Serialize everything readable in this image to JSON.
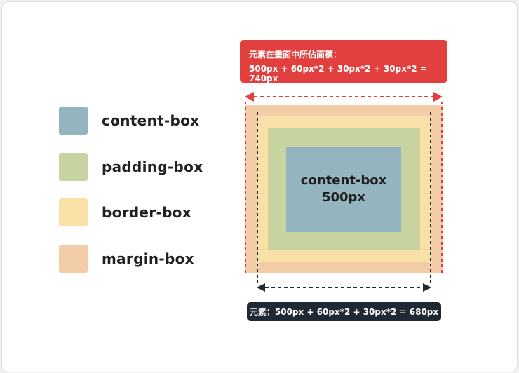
{
  "legend": [
    {
      "label": "content-box",
      "color": "#94b4bf"
    },
    {
      "label": "padding-box",
      "color": "#c7d3a1"
    },
    {
      "label": "border-box",
      "color": "#f8e0a6"
    },
    {
      "label": "margin-box",
      "color": "#f2cda8"
    }
  ],
  "badges": {
    "total_line1": "元素在畫面中所佔面積：",
    "total_line2": "500px + 60px*2 + 30px*2 + 30px*2 = 740px",
    "element": "元素：500px + 60px*2 + 30px*2 = 680px"
  },
  "diagram": {
    "content_label": "content-box",
    "content_size": "500px"
  },
  "colors": {
    "content": "#94b4bf",
    "padding": "#c7d3a1",
    "border": "#f8e0a6",
    "margin": "#f2cda8",
    "total_dimension": "#e2403f",
    "element_dimension": "#1f2933"
  }
}
